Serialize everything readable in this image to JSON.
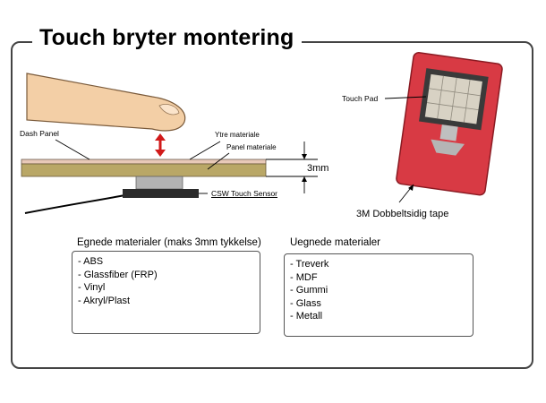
{
  "title": "Touch bryter montering",
  "labels": {
    "dash_panel": "Dash Panel",
    "ytre_materiale": "Ytre materiale",
    "panel_materiale": "Panel materiale",
    "thickness": "3mm",
    "sensor": "CSW Touch Sensor",
    "touch_pad": "Touch Pad",
    "tape": "3M Dobbeltsidig tape"
  },
  "suitable": {
    "heading": "Egnede materialer (maks 3mm tykkelse)",
    "items": [
      "- ABS",
      "- Glassfiber (FRP)",
      "- Vinyl",
      "- Akryl/Plast"
    ]
  },
  "unsuitable": {
    "heading": "Uegnede materialer",
    "items": [
      "- Treverk",
      "- MDF",
      "- Gummi",
      "- Glass",
      "- Metall"
    ]
  },
  "colors": {
    "outer_layer": "#e8c9b8",
    "panel_layer": "#b9a766",
    "sensor": "#2b2b2b",
    "pad_red": "#d83a44",
    "arrow_red": "#d11a1a"
  }
}
